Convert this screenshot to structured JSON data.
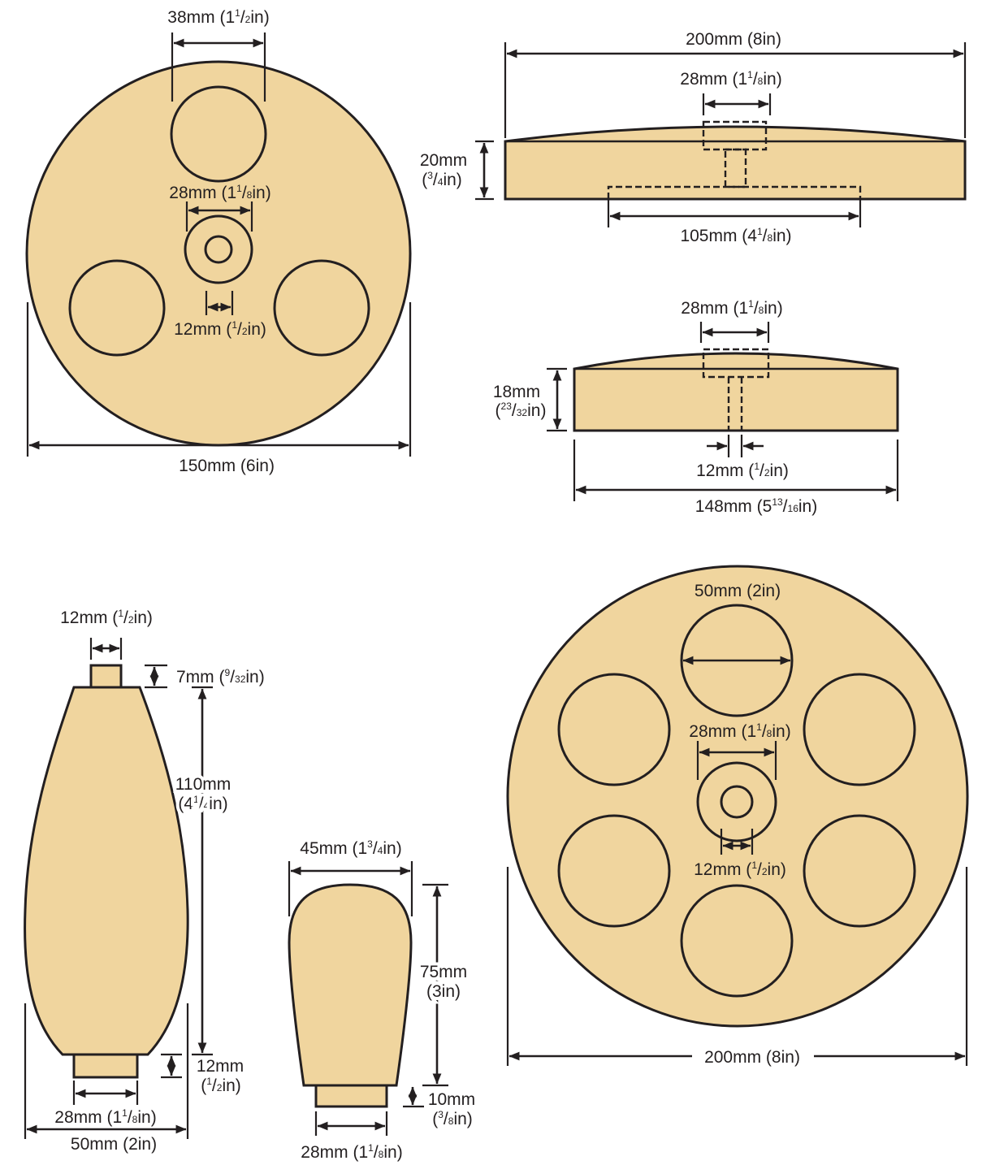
{
  "colors": {
    "wood": "#f0d59e",
    "ink": "#231f20",
    "background": "#ffffff"
  },
  "labels": {
    "small_disc_hole": [
      "38mm (1",
      "1",
      "/",
      "2",
      "in)"
    ],
    "small_disc_recess": [
      "28mm (1",
      "1",
      "/",
      "8",
      "in)"
    ],
    "small_disc_center_hole": [
      "12mm (",
      "1",
      "/",
      "2",
      "in)"
    ],
    "small_disc_diameter": "150mm (6in)",
    "top_side_width": "200mm (8in)",
    "top_side_recess": [
      "28mm (1",
      "1",
      "/",
      "8",
      "in)"
    ],
    "top_side_thickness_mm": "20mm",
    "top_side_thickness_in": [
      "(",
      "3",
      "/",
      "4",
      "in)"
    ],
    "top_side_bottom_recess": [
      "105mm (4",
      "1",
      "/",
      "8",
      "in)"
    ],
    "base_side_recess": [
      "28mm (1",
      "1",
      "/",
      "8",
      "in)"
    ],
    "base_side_thickness_mm": "18mm",
    "base_side_thickness_in": [
      "(",
      "23",
      "/",
      "32",
      "in)"
    ],
    "base_side_hole": [
      "12mm (",
      "1",
      "/",
      "2",
      "in)"
    ],
    "base_side_width": [
      "148mm (5",
      "13",
      "/",
      "16",
      "in)"
    ],
    "stem_tenon_width": [
      "12mm (",
      "1",
      "/",
      "2",
      "in)"
    ],
    "stem_tenon_height": [
      "7mm (",
      "9",
      "/",
      "32",
      "in)"
    ],
    "stem_height_mm": "110mm",
    "stem_height_in": [
      "(4",
      "1",
      "/",
      "4",
      "in)"
    ],
    "stem_bottom_tenon_mm": "12mm",
    "stem_bottom_tenon_in": [
      "(",
      "1",
      "/",
      "2",
      "in)"
    ],
    "stem_bottom_tenon_width": [
      "28mm (1",
      "1",
      "/",
      "8",
      "in)"
    ],
    "stem_width": "50mm (2in)",
    "knob_width": [
      "45mm (1",
      "3",
      "/",
      "4",
      "in)"
    ],
    "knob_height_mm": "75mm",
    "knob_height_in": "(3in)",
    "knob_tenon_mm": "10mm",
    "knob_tenon_in": [
      "(",
      "3",
      "/",
      "8",
      "in)"
    ],
    "knob_tenon_width": [
      "28mm (1",
      "1",
      "/",
      "8",
      "in)"
    ],
    "large_disc_hole": "50mm (2in)",
    "large_disc_recess": [
      "28mm (1",
      "1",
      "/",
      "8",
      "in)"
    ],
    "large_disc_center_hole": [
      "12mm (",
      "1",
      "/",
      "2",
      "in)"
    ],
    "large_disc_diameter": "200mm (8in)"
  }
}
